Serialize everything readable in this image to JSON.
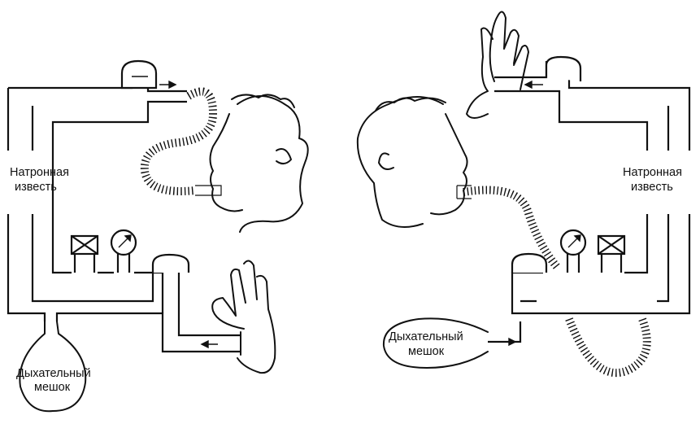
{
  "left_system": {
    "absorber_label_line1": "Натронная",
    "absorber_label_line2": "известь",
    "bag_label_line1": "Дыхательный",
    "bag_label_line2": "мешок"
  },
  "right_system": {
    "absorber_label_line1": "Натронная",
    "absorber_label_line2": "известь",
    "bag_label_line1": "Дыхательный",
    "bag_label_line2": "мешок"
  }
}
